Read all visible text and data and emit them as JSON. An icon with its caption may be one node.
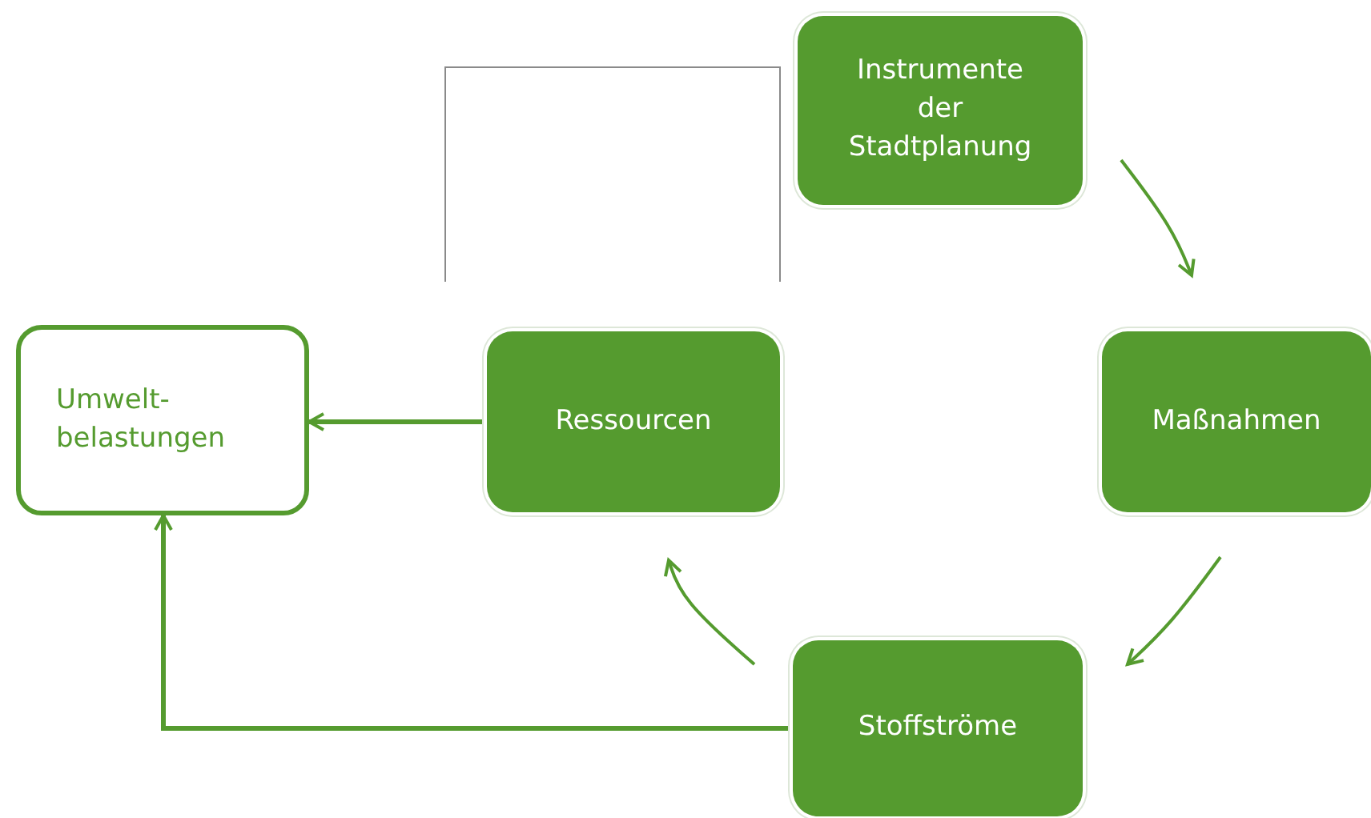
{
  "diagram": {
    "nodes": [
      {
        "text": [
          "Instrumente der Stadtplanung"
        ]
      },
      {
        "text": [
          "Maßnahmen"
        ]
      },
      {
        "text": [
          "Stoffströme"
        ]
      },
      {
        "text": [
          "Ressourcen"
        ]
      },
      {
        "text": [
          "Umwelt- belastungen"
        ]
      }
    ],
    "edges": [
      {
        "from": 0,
        "to": 1,
        "arrow": "to"
      },
      {
        "from": 1,
        "to": 2,
        "arrow": "to"
      },
      {
        "from": 2,
        "to": 3,
        "arrow": "to"
      },
      {
        "from": 3,
        "to": 4,
        "arrow": "to"
      },
      {
        "from": 2,
        "to": 4,
        "arrow": "to"
      }
    ]
  }
}
